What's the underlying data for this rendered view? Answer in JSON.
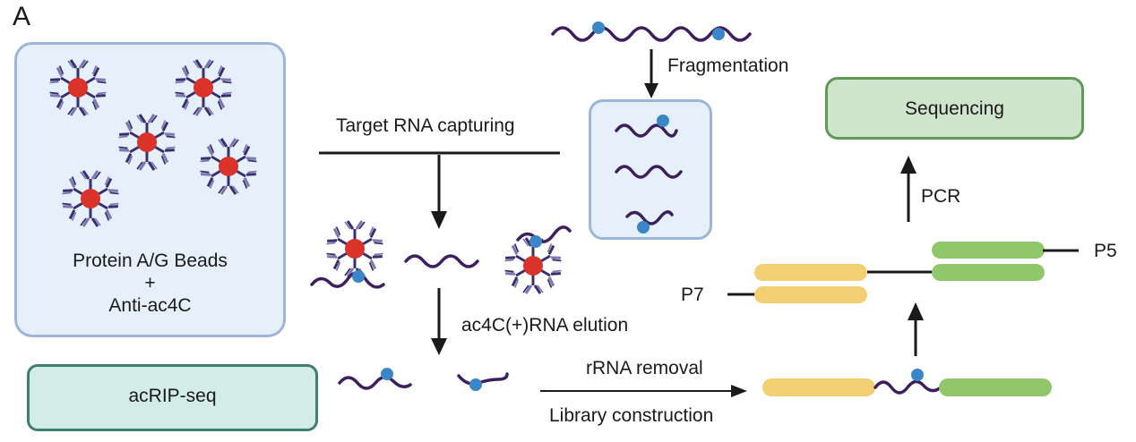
{
  "panel_label": "A",
  "beads_box": {
    "line1": "Protein A/G Beads",
    "line2": "+",
    "line3": "Anti-ac4C"
  },
  "steps": {
    "fragmentation": "Fragmentation",
    "target_capture": "Target RNA capturing",
    "elution": "ac4C(+)RNA elution",
    "rrna_removal": "rRNA removal",
    "library": "Library construction",
    "pcr": "PCR"
  },
  "output_boxes": {
    "sequencing": "Sequencing",
    "method": "acRIP-seq"
  },
  "adapters": {
    "p5": "P5",
    "p7": "P7"
  },
  "colors": {
    "bead": "#d9332a",
    "antibody_dark": "#3a2f6e",
    "antibody_light": "#7d78b0",
    "rna": "#3c1f5c",
    "ac4c_mark": "#3a86c8",
    "blue_box_fill": "#e6f0fa",
    "blue_box_border": "#9db5d9",
    "seq_box_fill": "#cfe4cc",
    "seq_box_border": "#5f9a55",
    "method_box_fill": "#d3ece7",
    "method_box_border": "#3f7f6f",
    "adapter_yellow": "#f2cf73",
    "adapter_green": "#8fc76a"
  }
}
